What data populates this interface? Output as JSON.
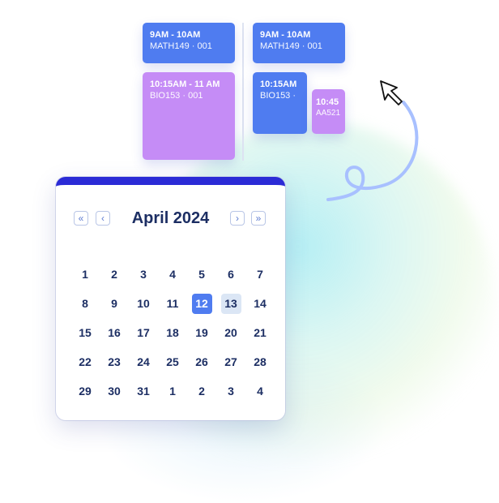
{
  "events": [
    {
      "time": "9AM - 10AM",
      "code": "MATH149 · 001"
    },
    {
      "time": "9AM - 10AM",
      "code": "MATH149 · 001"
    },
    {
      "time": "10:15AM - 11 AM",
      "code": "BIO153 · 001"
    },
    {
      "time": "10:15AM",
      "code": "BIO153 ·"
    },
    {
      "time": "10:45",
      "code": "AA521"
    }
  ],
  "calendar": {
    "title": "April 2024",
    "nav": {
      "first": "«",
      "prev": "‹",
      "next": "›",
      "last": "»"
    },
    "days": [
      "1",
      "2",
      "3",
      "4",
      "5",
      "6",
      "7",
      "8",
      "9",
      "10",
      "11",
      "12",
      "13",
      "14",
      "15",
      "16",
      "17",
      "18",
      "19",
      "20",
      "21",
      "22",
      "23",
      "24",
      "25",
      "26",
      "27",
      "28",
      "29",
      "30",
      "31",
      "1",
      "2",
      "3",
      "4"
    ],
    "selected": "12",
    "highlighted": "13"
  },
  "colors": {
    "event_blue": "#4f7cf0",
    "event_purple": "#c58cf6",
    "calendar_top_bar": "#2b2bd6",
    "text_primary": "#1c2e63"
  },
  "icons": [
    "cursor-arrow-icon",
    "swirl-decoration"
  ]
}
